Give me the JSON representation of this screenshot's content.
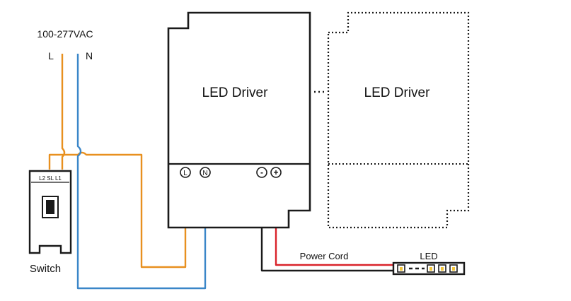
{
  "power_supply": {
    "voltage_label": "100-277VAC",
    "line_label": "L",
    "neutral_label": "N"
  },
  "switch": {
    "terminals_label": "L2 SL L1",
    "name": "Switch"
  },
  "driver_primary": {
    "title": "LED Driver",
    "terminal_l": "L",
    "terminal_n": "N",
    "terminal_minus": "-",
    "terminal_plus": "+"
  },
  "driver_secondary": {
    "title": "LED Driver"
  },
  "power_cord_label": "Power Cord",
  "led_label": "LED",
  "colors": {
    "line_wire": "#e8901f",
    "neutral_wire": "#3a86c8",
    "positive_wire": "#d9232a",
    "negative_wire": "#1a1a1a",
    "outline": "#1a1a1a"
  }
}
